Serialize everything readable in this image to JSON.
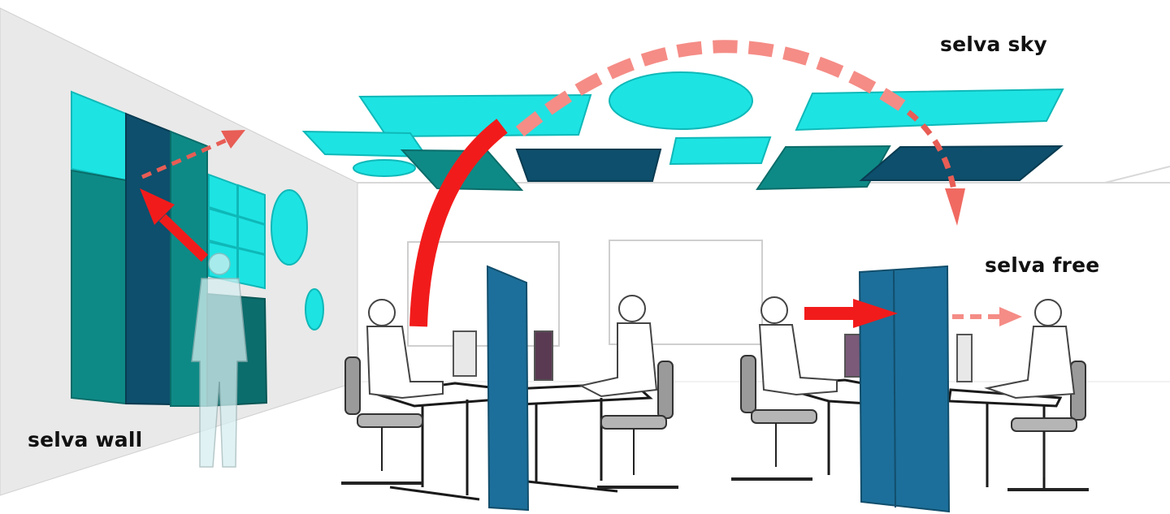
{
  "labels": {
    "sky": "selva sky",
    "free": "selva free",
    "wall": "selva wall"
  },
  "colors": {
    "cyan": "#1ee3e3",
    "teal": "#0e8a86",
    "navy": "#0d4f6c",
    "blue_screen": "#1c6f9a",
    "arrow_red": "#f21b1b",
    "arrow_pink": "#f58c86",
    "wall_gray": "#e9e9e9"
  },
  "icons": [
    "office-workstation-illustration",
    "standing-person-silhouette",
    "desk-chair-icon",
    "computer-monitor-icon"
  ]
}
